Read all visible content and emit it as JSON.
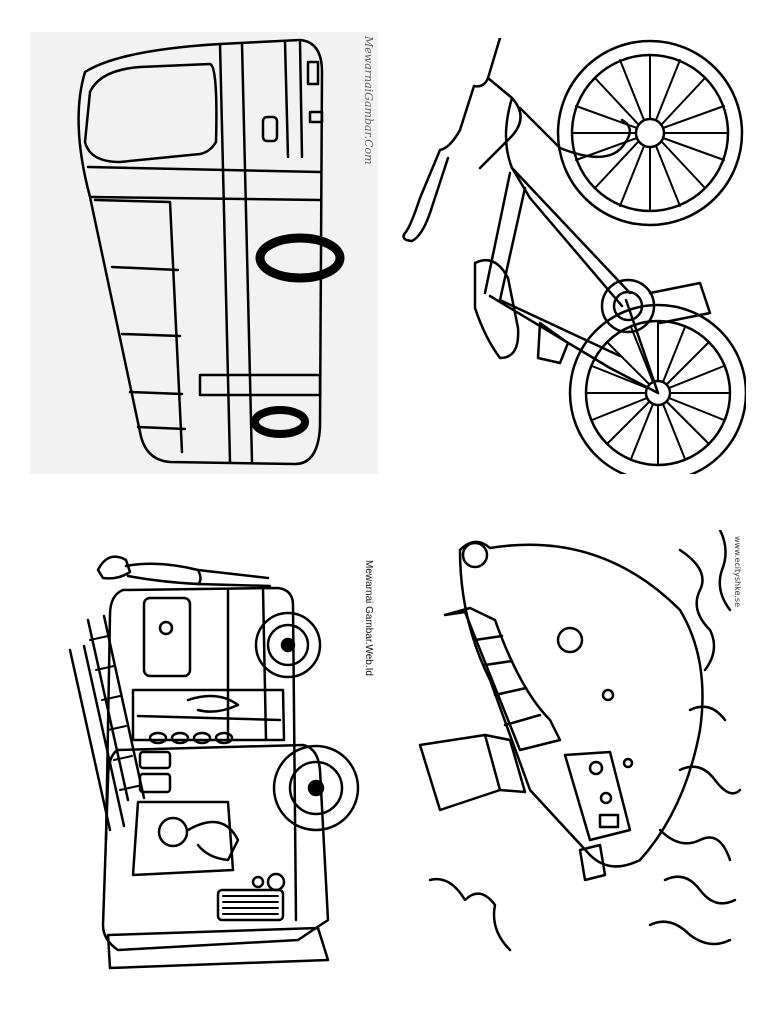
{
  "page": {
    "title": "",
    "panels": [
      {
        "subject": "bus",
        "watermark": "MewarnaiGambar.Com"
      },
      {
        "subject": "bicycle",
        "watermark": ""
      },
      {
        "subject": "fire-truck",
        "watermark": "Mewarnai Gambar.Web.Id"
      },
      {
        "subject": "ship",
        "watermark": "www.ecityshke.se"
      }
    ]
  },
  "colors": {
    "line": "#000000",
    "paper": "#ffffff",
    "bus_background": "#f2f2f2"
  }
}
